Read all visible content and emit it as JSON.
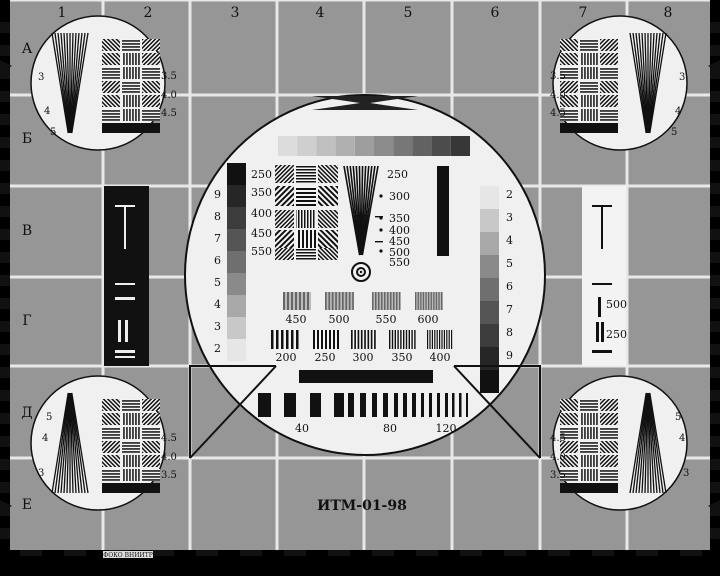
{
  "columns": [
    "1",
    "2",
    "3",
    "4",
    "5",
    "6",
    "7",
    "8"
  ],
  "rows": [
    "А",
    "Б",
    "В",
    "Г",
    "Д",
    "Е"
  ],
  "id_label": "ИТМ-01-98",
  "footer_text": "ФОКО ВНИИТР",
  "center": {
    "grey_scale_left": [
      "9",
      "8",
      "7",
      "6",
      "5",
      "4",
      "3",
      "2"
    ],
    "grey_scale_right": [
      "2",
      "3",
      "4",
      "5",
      "6",
      "7",
      "8",
      "9"
    ],
    "res_left": [
      "250",
      "350",
      "400",
      "450",
      "550"
    ],
    "res_right": [
      "250",
      "300",
      "350",
      "400",
      "450",
      "500",
      "550"
    ],
    "bursts_top": [
      "450",
      "500",
      "550",
      "600"
    ],
    "bursts_bottom": [
      "200",
      "250",
      "300",
      "350",
      "400"
    ],
    "freq_marks": [
      "40",
      "80",
      "120"
    ]
  },
  "corner": {
    "wedge_numbers": [
      "3",
      "4",
      "5"
    ],
    "grating_numbers": [
      "3.5",
      "4.0",
      "4.5"
    ]
  },
  "right_bar_labels": [
    "500",
    "250"
  ],
  "colors": {
    "background": "#969696",
    "grid_line": "#e8e8e8",
    "circle_fill": "#f0f0f0",
    "ink": "#111111"
  }
}
